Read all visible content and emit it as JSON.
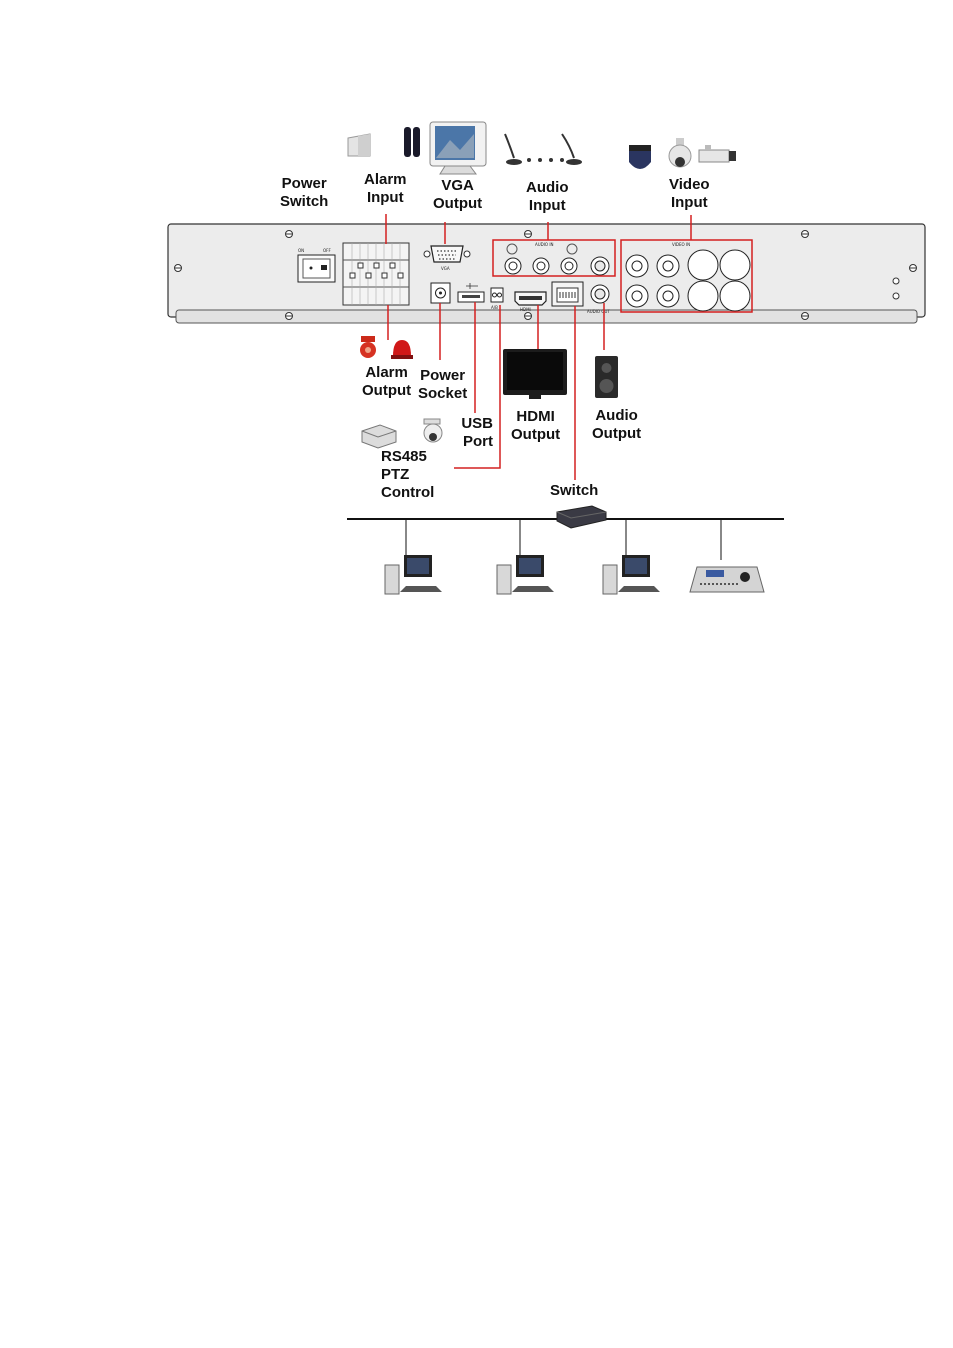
{
  "labels": {
    "power_switch": [
      "Power",
      "Switch"
    ],
    "alarm_input": [
      "Alarm",
      "Input"
    ],
    "vga_output": [
      "VGA",
      "Output"
    ],
    "audio_input": [
      "Audio",
      "Input"
    ],
    "video_input": [
      "Video",
      "Input"
    ],
    "alarm_output": [
      "Alarm",
      "Output"
    ],
    "power_socket": [
      "Power",
      "Socket"
    ],
    "usb_port": [
      "USB",
      "Port"
    ],
    "hdmi_output": [
      "HDMI",
      "Output"
    ],
    "audio_output": [
      "Audio",
      "Output"
    ],
    "rs485": [
      "RS485",
      "PTZ",
      "Control"
    ],
    "switch": "Switch"
  },
  "panel_marks": {
    "on": "ON",
    "off": "OFF",
    "vga": "VGA",
    "audio_in": "AUDIO IN",
    "video_in": "VIDEO IN",
    "hdmi": "HDMI",
    "audio_out": "AUDIO OUT",
    "ab": "A/B"
  },
  "colors": {
    "callout": "#d42020",
    "panel": "#e8e8e8",
    "panel_stroke": "#333333"
  }
}
